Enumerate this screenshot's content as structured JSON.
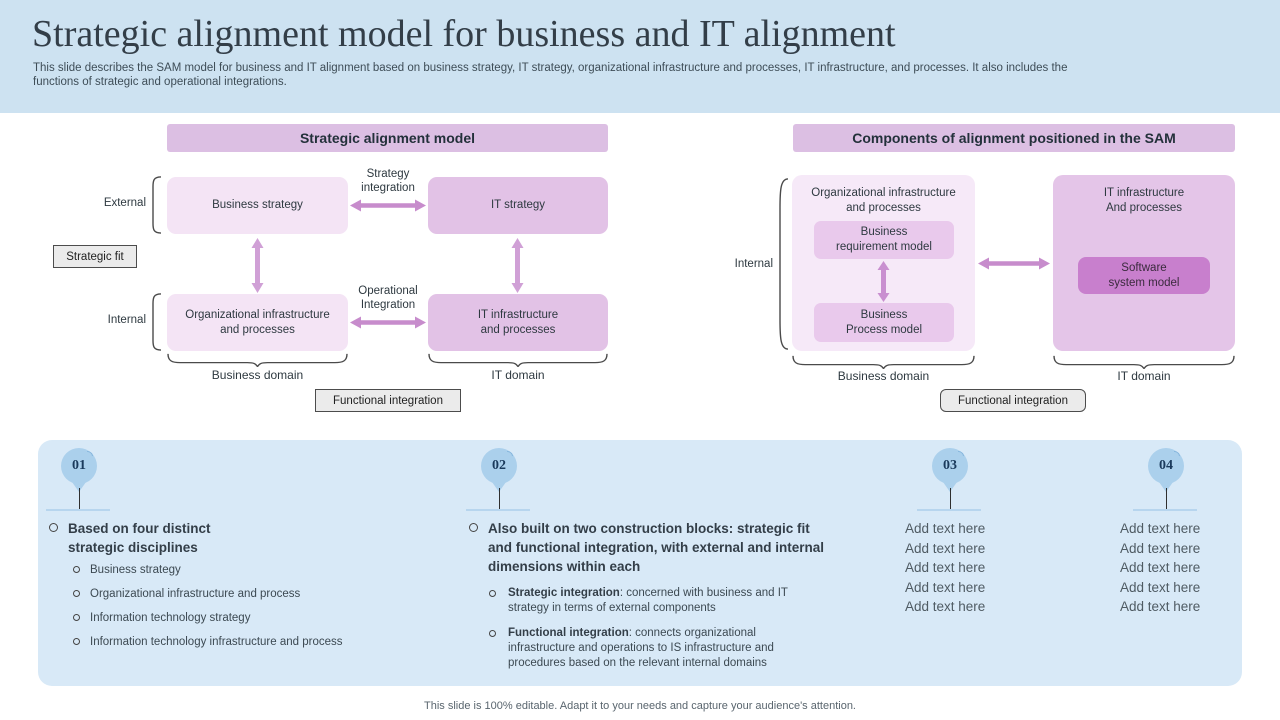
{
  "slide": {
    "title": "Strategic alignment model for business and IT alignment",
    "subtitle": "This slide describes the SAM model for business and IT alignment based on business strategy, IT strategy, organizational infrastructure and processes, IT infrastructure, and processes. It also includes the functions of strategic and operational integrations.",
    "footer": "This slide is 100% editable. Adapt it to your needs and capture your audience's attention."
  },
  "left_diagram": {
    "title": "Strategic alignment model",
    "labels": {
      "external": "External",
      "internal": "Internal",
      "strategic_fit": "Strategic fit",
      "strategy_integration": "Strategy\nintegration",
      "operational_integration": "Operational\nIntegration",
      "business_domain": "Business domain",
      "it_domain": "IT domain",
      "functional_integration": "Functional integration"
    },
    "boxes": {
      "business_strategy": "Business strategy",
      "it_strategy": "IT strategy",
      "org_infrastructure": "Organizational infrastructure\nand processes",
      "it_infrastructure": "IT infrastructure\nand processes"
    }
  },
  "right_diagram": {
    "title": "Components of alignment positioned in the SAM",
    "labels": {
      "internal": "Internal",
      "business_domain": "Business domain",
      "it_domain": "IT domain",
      "functional_integration": "Functional integration"
    },
    "boxes": {
      "org_infrastructure": "Organizational infrastructure\nand processes",
      "business_requirement_model": "Business\nrequirement model",
      "business_process_model": "Business\nProcess model",
      "it_infrastructure": "IT infrastructure\nAnd processes",
      "software_system_model": "Software\nsystem model"
    }
  },
  "notes": {
    "items": [
      {
        "number": "01",
        "heading": "Based on four distinct strategic disciplines",
        "bullets": [
          "Business strategy",
          "Organizational infrastructure and process",
          "Information technology strategy",
          "Information technology infrastructure and process"
        ]
      },
      {
        "number": "02",
        "heading": "Also built on two construction blocks: strategic fit and functional integration, with external and internal dimensions within each",
        "bullets_rich": [
          {
            "lead": "Strategic integration",
            "text": ": concerned with business and IT strategy in terms of external components"
          },
          {
            "lead": "Functional integration",
            "text": ": connects organizational infrastructure and operations to IS infrastructure and procedures based on the relevant internal domains"
          }
        ]
      },
      {
        "number": "03",
        "lines": [
          "Add text here",
          "Add text here",
          "Add text here",
          "Add text here",
          "Add text here"
        ]
      },
      {
        "number": "04",
        "lines": [
          "Add text here",
          "Add text here",
          "Add text here",
          "Add text here",
          "Add text here"
        ]
      }
    ]
  },
  "colors": {
    "header_band": "#cde2f1",
    "panel_blue": "#d8e9f7",
    "bar_purple": "#dcbfe3",
    "box_light_pink": "#f4e4f5",
    "box_medium_pink": "#e2c2e6",
    "box_sub_pink": "#e9c9ec",
    "box_dark_purple": "#c87fcd",
    "arrow_purple": "#c78ccc",
    "balloon_blue": "#abd0ec"
  }
}
